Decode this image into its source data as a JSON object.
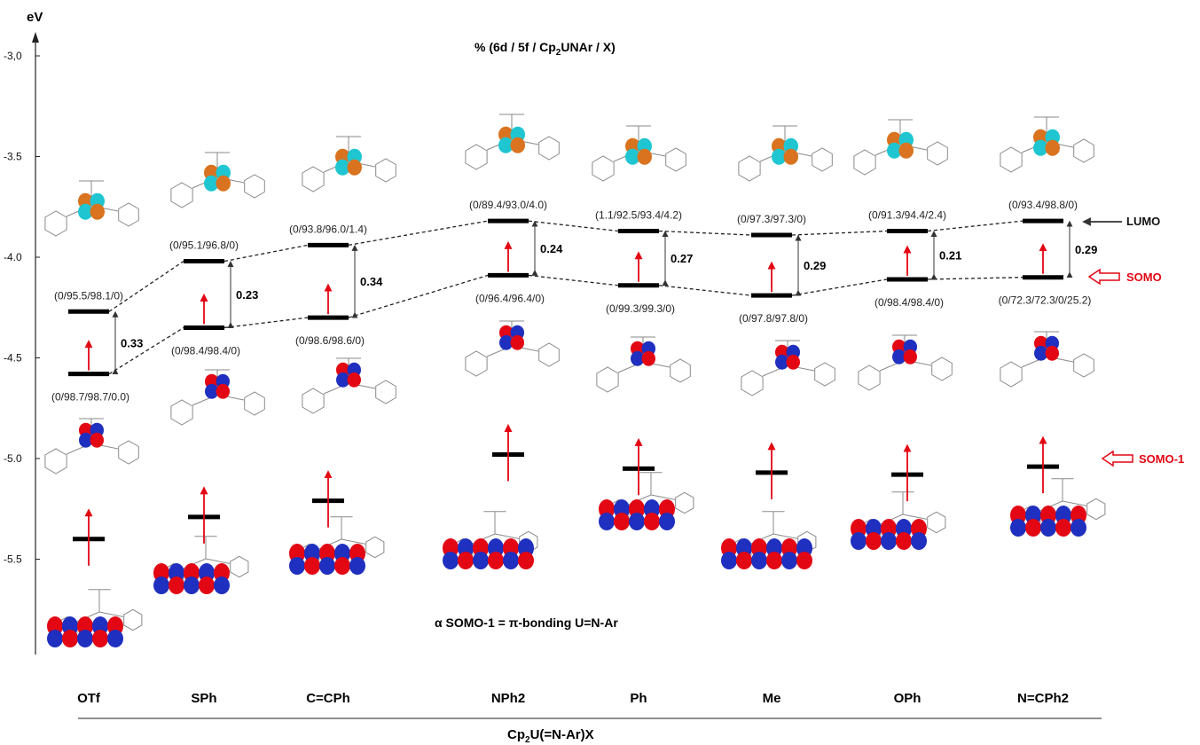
{
  "diagram": {
    "title": "% (6d / 5f / Cp",
    "title_sub": "2",
    "title_tail": "UNAr / X)",
    "y_unit": "eV",
    "y_ticks": [
      "-3,0",
      "-3.5",
      "-4.0",
      "-4.5",
      "-5.0",
      "-5.5"
    ],
    "caption": "α SOMO-1 = π-bonding U=N-Ar",
    "x_title": "Cp",
    "x_title_sub": "2",
    "x_title_tail": "U(=N-Ar)X",
    "levels_legend": {
      "lumo": "LUMO",
      "somo": "SOMO",
      "somo1": "SOMO-1"
    },
    "colors": {
      "axis": "#222222",
      "spin_arrow": "#e30613",
      "side_labels": "#e30613",
      "orbital_positive": "#e30613",
      "orbital_negative": "#1f2fbf",
      "lumo_orange": "#d9731f",
      "lumo_cyan": "#1fc6d2"
    },
    "ligands": [
      {
        "label": "OTf",
        "lumo": -4.27,
        "somo": -4.58,
        "somo1": -5.4,
        "gap": "0.33",
        "lumo_comp": "(0/95.5/98.1/0)",
        "somo_comp": "(0/98.7/98.7/0.0)"
      },
      {
        "label": "SPh",
        "lumo": -4.02,
        "somo": -4.35,
        "somo1": -5.29,
        "gap": "0.23",
        "lumo_comp": "(0/95.1/96.8/0)",
        "somo_comp": "(0/98.4/98.4/0)"
      },
      {
        "label": "C=CPh",
        "lumo": -3.94,
        "somo": -4.3,
        "somo1": -5.21,
        "gap": "0.34",
        "lumo_comp": "(0/93.8/96.0/1.4)",
        "somo_comp": "(0/98.6/98.6/0)"
      },
      {
        "label": "NPh2",
        "lumo": -3.82,
        "somo": -4.09,
        "somo1": -4.98,
        "gap": "0.24",
        "lumo_comp": "(0/89.4/93.0/4.0)",
        "somo_comp": "(0/96.4/96.4/0)"
      },
      {
        "label": "Ph",
        "lumo": -3.87,
        "somo": -4.14,
        "somo1": -5.05,
        "gap": "0.27",
        "lumo_comp": "(1.1/92.5/93.4/4.2)",
        "somo_comp": "(0/99.3/99.3/0)"
      },
      {
        "label": "Me",
        "lumo": -3.89,
        "somo": -4.19,
        "somo1": -5.07,
        "gap": "0.29",
        "lumo_comp": "(0/97.3/97.3/0)",
        "somo_comp": "(0/97.8/97.8/0)"
      },
      {
        "label": "OPh",
        "lumo": -3.87,
        "somo": -4.11,
        "somo1": -5.08,
        "gap": "0.21",
        "lumo_comp": "(0/91.3/94.4/2.4)",
        "somo_comp": "(0/98.4/98.4/0)"
      },
      {
        "label": "N=CPh2",
        "lumo": -3.82,
        "somo": -4.1,
        "somo1": -5.04,
        "gap": "0.29",
        "lumo_comp": "(0/93.4/98.8/0)",
        "somo_comp": "(0/72.3/72.3/0/25.2)"
      }
    ]
  }
}
